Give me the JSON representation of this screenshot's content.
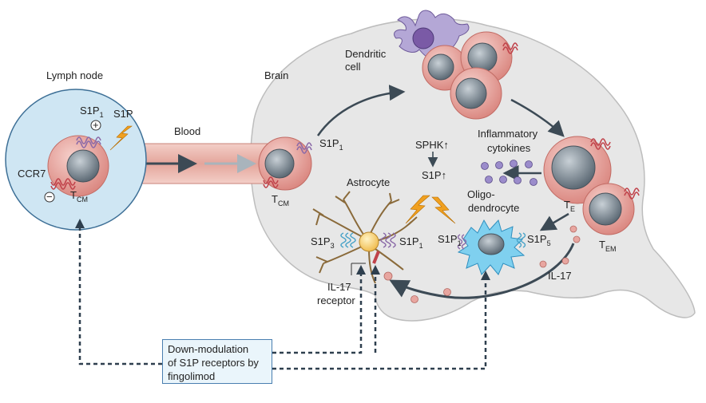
{
  "diagram": {
    "regions": {
      "lymph_node": "Lymph node",
      "blood": "Blood",
      "brain": "Brain"
    },
    "cells": {
      "t_cm_label": "T",
      "t_cm_sub": "CM",
      "t_cm_brain_label": "T",
      "t_cm_brain_sub": "CM",
      "dendritic": "Dendritic",
      "dendritic_2": "cell",
      "astrocyte": "Astrocyte",
      "oligo_1": "Oligo-",
      "oligo_2": "dendrocyte",
      "t_e_label": "T",
      "t_e_sub": "E",
      "t_em_label": "T",
      "t_em_sub": "EM"
    },
    "receptors": {
      "s1p_main": "S1P",
      "s1p1_sub": "1",
      "s1p3_sub": "3",
      "s1p5_sub": "5",
      "s1p_ligand": "S1P",
      "ccr7": "CCR7",
      "plus": "+",
      "minus": "−",
      "il17_receptor_1": "IL-17",
      "il17_receptor_2": "receptor"
    },
    "signals": {
      "sphk": "SPHK↑",
      "s1p_up": "S1P↑",
      "inflammatory_1": "Inflammatory",
      "inflammatory_2": "cytokines",
      "il17": "IL-17"
    },
    "callout": {
      "line1": "Down-modulation",
      "line2": "of S1P receptors by",
      "line3": "fingolimod"
    },
    "colors": {
      "lymph_fill": "#cfe6f3",
      "lymph_stroke": "#3d6f96",
      "blood_fill": "#e9b7ae",
      "brain_fill": "#e8e8e8",
      "cell_pink": "#e8a6a0",
      "nucleus": "#6f7b86",
      "receptor_purple": "#8b6aa8",
      "receptor_red": "#c0424a",
      "receptor_blue": "#4aa3c8",
      "oligo_blue": "#56b9e0",
      "astro_yellow": "#f6d27a",
      "bolt_orange": "#f0a020",
      "cytokine_purple": "#9b8ccb",
      "il17_dot": "#e8a6a0",
      "arrow_dark": "#3c4a55"
    }
  }
}
